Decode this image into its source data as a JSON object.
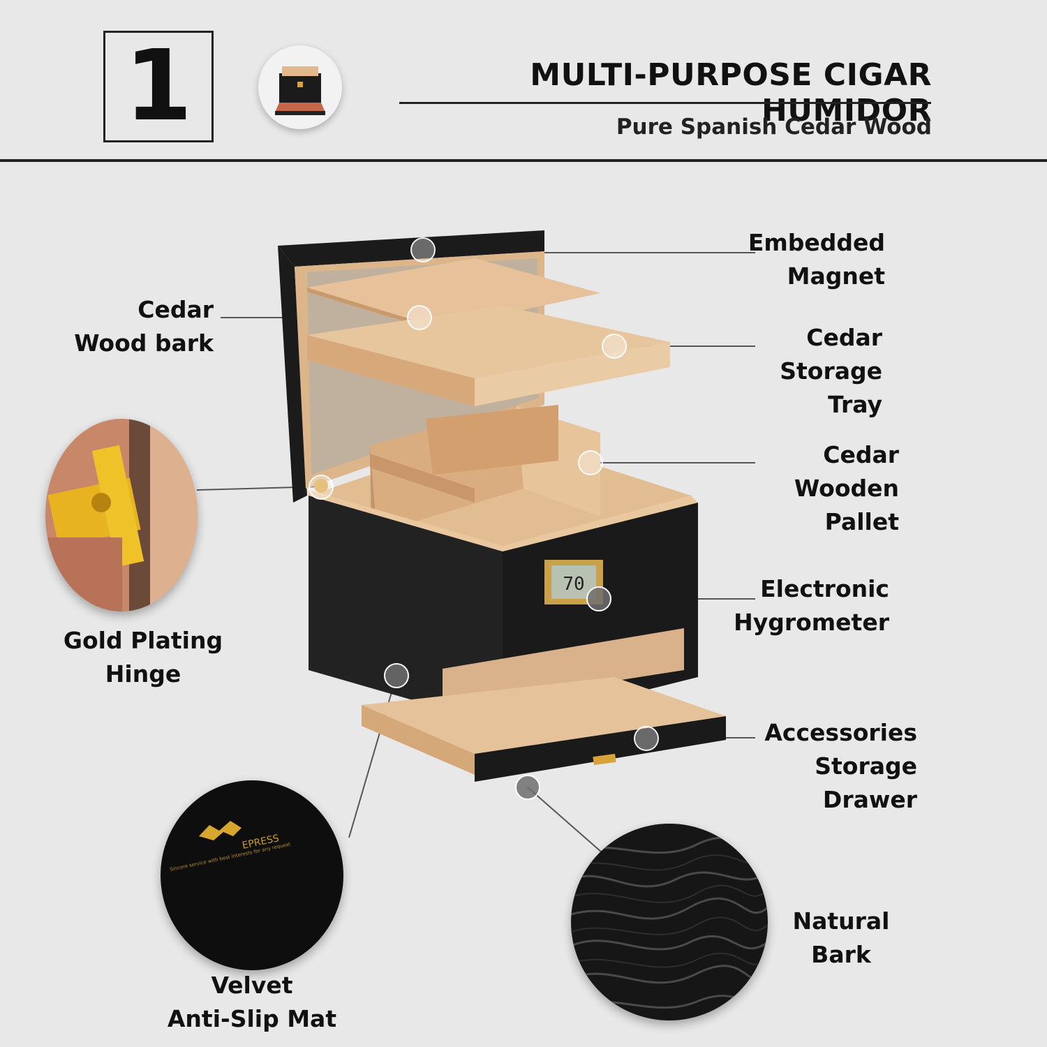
{
  "header": {
    "number": "1",
    "title": "MULTI-PURPOSE CIGAR HUMIDOR",
    "subtitle": "Pure Spanish Cedar Wood"
  },
  "labels": {
    "embedded_magnet": [
      "Embedded",
      "Magnet"
    ],
    "cedar_wood_bark": [
      "Cedar",
      "Wood bark"
    ],
    "cedar_storage_tray": [
      "Cedar",
      "Storage Tray"
    ],
    "cedar_wooden_pallet": [
      "Cedar",
      "Wooden Pallet"
    ],
    "electronic_hygrometer": [
      "Electronic",
      "Hygrometer"
    ],
    "gold_plating_hinge": [
      "Gold Plating",
      "Hinge"
    ],
    "accessories_storage_drawer": [
      "Accessories",
      "Storage Drawer"
    ],
    "velvet_anti_slip_mat": [
      "Velvet",
      "Anti-Slip Mat"
    ],
    "natural_bark": [
      "Natural",
      "Bark"
    ]
  },
  "hygrometer_reading": "70",
  "logo": {
    "brand": "EPRESS",
    "tagline": "Sincere service with best interests for any request"
  },
  "colors": {
    "background": "#e8e8e8",
    "cedar": "#e2b98c",
    "black_wood": "#1b1b1b",
    "gold": "#e0a520"
  }
}
